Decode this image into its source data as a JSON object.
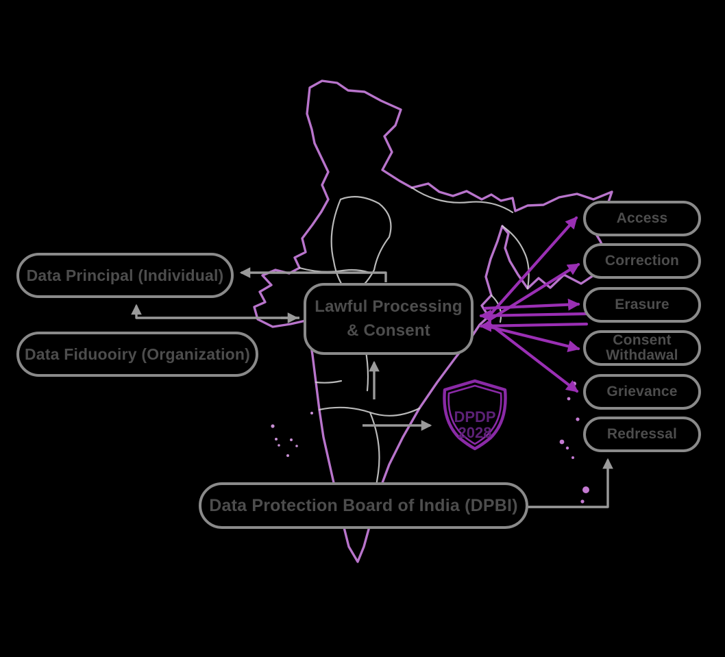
{
  "canvas": {
    "background": "#000000"
  },
  "diagram": {
    "nodes": {
      "data_principal": {
        "label": "Data Principal (Individual)"
      },
      "data_fiduciary": {
        "label": "Data Fiduooiry (Organization)"
      },
      "lawful": {
        "line1": "Lawful Processing",
        "line2": "& Consent"
      },
      "dpbi": {
        "label": "Data Protection Board of India (DPBI)"
      },
      "rights": [
        {
          "label": "Access"
        },
        {
          "label": "Correction"
        },
        {
          "label": "Erasure"
        },
        {
          "label": "Consent Withdawal"
        },
        {
          "label": "Grievance"
        },
        {
          "label": "Redressal"
        }
      ]
    },
    "badge": {
      "line1": "DPDP",
      "line2": "2028"
    },
    "colors": {
      "background": "#000000",
      "map_outline": "#b874cb",
      "map_state_lines": "#d4d4d4",
      "arrow_purple": "#9a2fb4",
      "arrow_gray": "#8f8f8f",
      "box_border": "#8a8a8a",
      "box_text": "#4d4d4d",
      "shield_outline": "#8a2aa6",
      "shield_text": "#5c2176"
    }
  }
}
